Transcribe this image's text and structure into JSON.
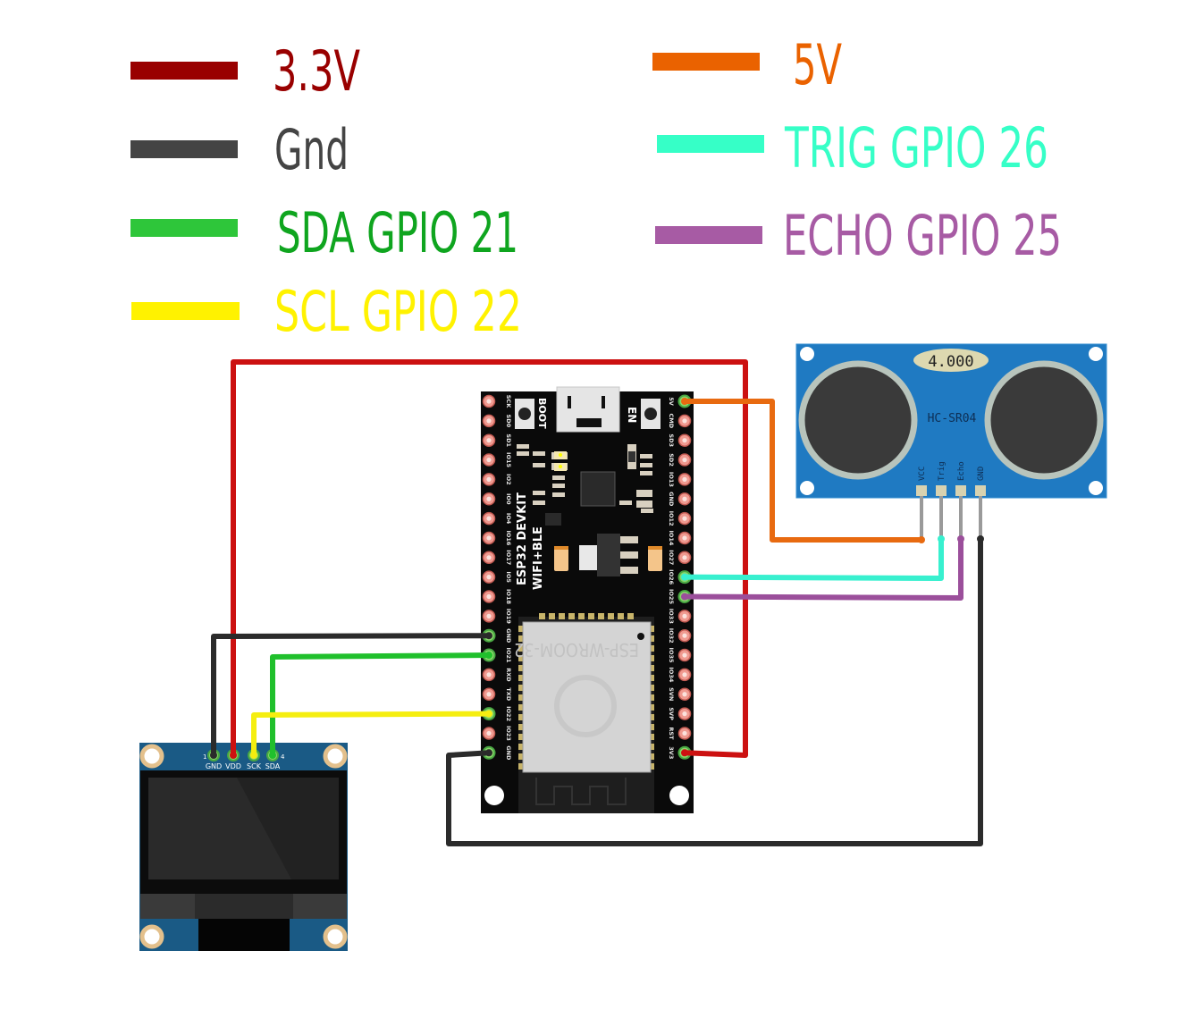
{
  "legend": {
    "left": [
      {
        "label": "3.3V",
        "color": "#990000",
        "text_color": "#990000"
      },
      {
        "label": "Gnd",
        "color": "#444444",
        "text_color": "#444444"
      },
      {
        "label": "SDA GPIO 21",
        "color": "#2ec63a",
        "text_color": "#0fa51f"
      },
      {
        "label": "SCL GPIO 22",
        "color": "#fff200",
        "text_color": "#fff200"
      }
    ],
    "right": [
      {
        "label": "5V",
        "color": "#ea6200",
        "text_color": "#ea6200"
      },
      {
        "label": "TRIG GPIO 26",
        "color": "#36ffc7",
        "text_color": "#36ffc7"
      },
      {
        "label": "ECHO GPIO 25",
        "color": "#a75ba4",
        "text_color": "#a75ba4"
      }
    ]
  },
  "esp32": {
    "name_line1": "ESP32 DEVKIT",
    "name_line2": "WIFI+BLE",
    "boot_label": "BOOT",
    "en_label": "EN",
    "module_label": "ESP-WROOM-32",
    "left_pins": [
      "SCK",
      "SD0",
      "SD1",
      "IO15",
      "IO2",
      "IO0",
      "IO4",
      "IO16",
      "IO17",
      "IO5",
      "IO18",
      "IO19",
      "GND",
      "IO21",
      "RXD",
      "TXD",
      "IO22",
      "IO23",
      "GND"
    ],
    "right_pins": [
      "5V",
      "CMD",
      "SD3",
      "SD2",
      "IO13",
      "GND",
      "IO12",
      "IO14",
      "IO27",
      "IO26",
      "IO25",
      "IO33",
      "IO32",
      "IO35",
      "IO34",
      "SVN",
      "SVP",
      "RST",
      "3V3"
    ]
  },
  "hcsr04": {
    "name": "HC-SR04",
    "display": "4.000",
    "pins": [
      "VCC",
      "Trig",
      "Echo",
      "GND"
    ]
  },
  "oled": {
    "pins": [
      "GND",
      "VDD",
      "SCK",
      "SDA"
    ],
    "pin_first_num": "1",
    "pin_last_num": "4"
  },
  "wires": {
    "v33": "#cc1111",
    "gnd": "#2b2b2b",
    "sda": "#20c02c",
    "scl": "#f5ee10",
    "v5": "#e86a10",
    "trig": "#38f0cf",
    "echo": "#9b4f9b",
    "sensor_lead": "#9a9a9a"
  }
}
